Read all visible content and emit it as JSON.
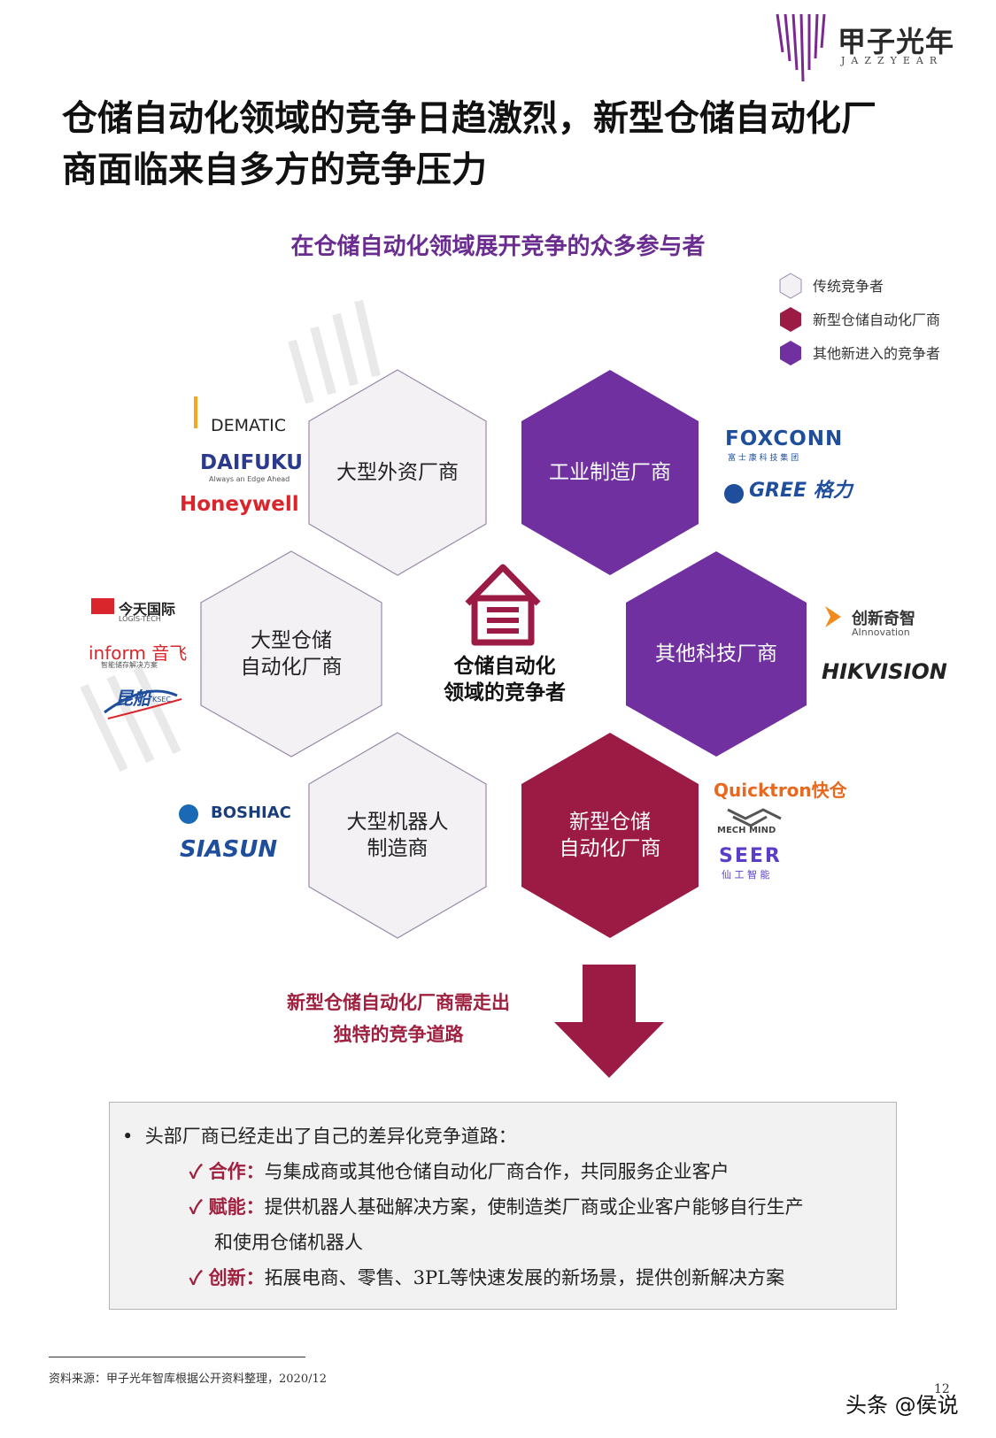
{
  "header": {
    "logo_cn": "甲子光年",
    "logo_en": "JAZZYEAR"
  },
  "title_line1": "仓储自动化领域的竞争日趋激烈，新型仓储自动化厂",
  "title_line2": "商面临来自多方的竞争压力",
  "subtitle": "在仓储自动化领域展开竞争的众多参与者",
  "legend": [
    {
      "label": "传统竞争者",
      "color": "#f3f1f4"
    },
    {
      "label": "新型仓储自动化厂商",
      "color": "#9b1b45"
    },
    {
      "label": "其他新进入的竞争者",
      "color": "#7030a0"
    }
  ],
  "center": {
    "line1": "仓储自动化",
    "line2": "领域的竞争者"
  },
  "hexes": {
    "foreign": {
      "line1": "大型外资厂商",
      "line2": ""
    },
    "industrial": {
      "line1": "工业制造厂商",
      "line2": ""
    },
    "warehouse": {
      "line1": "大型仓储",
      "line2": "自动化厂商"
    },
    "tech": {
      "line1": "其他科技厂商",
      "line2": ""
    },
    "robot": {
      "line1": "大型机器人",
      "line2": "制造商"
    },
    "new": {
      "line1": "新型仓储",
      "line2": "自动化厂商"
    }
  },
  "brands": {
    "dematic": "DEMATIC",
    "daifuku": "DAIFUKU",
    "daifuku_sub": "Always an Edge Ahead",
    "honeywell": "Honeywell",
    "foxconn": "FOXCONN",
    "foxconn_sub": "富 士 康 科 技 集 团",
    "gree": "GREE 格力",
    "jintian": "今天国际",
    "jintian_sub": "LOGIS-TECH",
    "inform": "inform 音飞",
    "inform_sub": "智能储存解决方案",
    "kunchuan": "昆船",
    "kunchuan_sub": "KSEC",
    "chuangxin": "创新奇智",
    "chuangxin_sub": "AInnovation",
    "hikvision": "HIKVISION",
    "boshiac": "BOSHIAC",
    "siasun": "SIASUN",
    "quicktron": "Quicktron快仓",
    "mechmind": "MECH MIND",
    "seer": "SEER",
    "seer_sub": "仙 工 智 能"
  },
  "arrow": {
    "line1": "新型仓储自动化厂商需走出",
    "line2": "独特的竞争道路"
  },
  "box": {
    "lead": "头部厂商已经走出了自己的差异化竞争道路：",
    "items": [
      {
        "key": "合作：",
        "text": "与集成商或其他仓储自动化厂商合作，共同服务企业客户"
      },
      {
        "key": "赋能：",
        "text": "提供机器人基础解决方案，使制造类厂商或企业客户能够自行生产"
      },
      {
        "key": "",
        "text": "和使用仓储机器人"
      },
      {
        "key": "创新：",
        "text": "拓展电商、零售、3PL等快速发展的新场景，提供创新解决方案"
      }
    ]
  },
  "footnote": "资料来源：甲子光年智库根据公开资料整理，2020/12",
  "source_mark": "头条 @侯说",
  "page_number": "12"
}
